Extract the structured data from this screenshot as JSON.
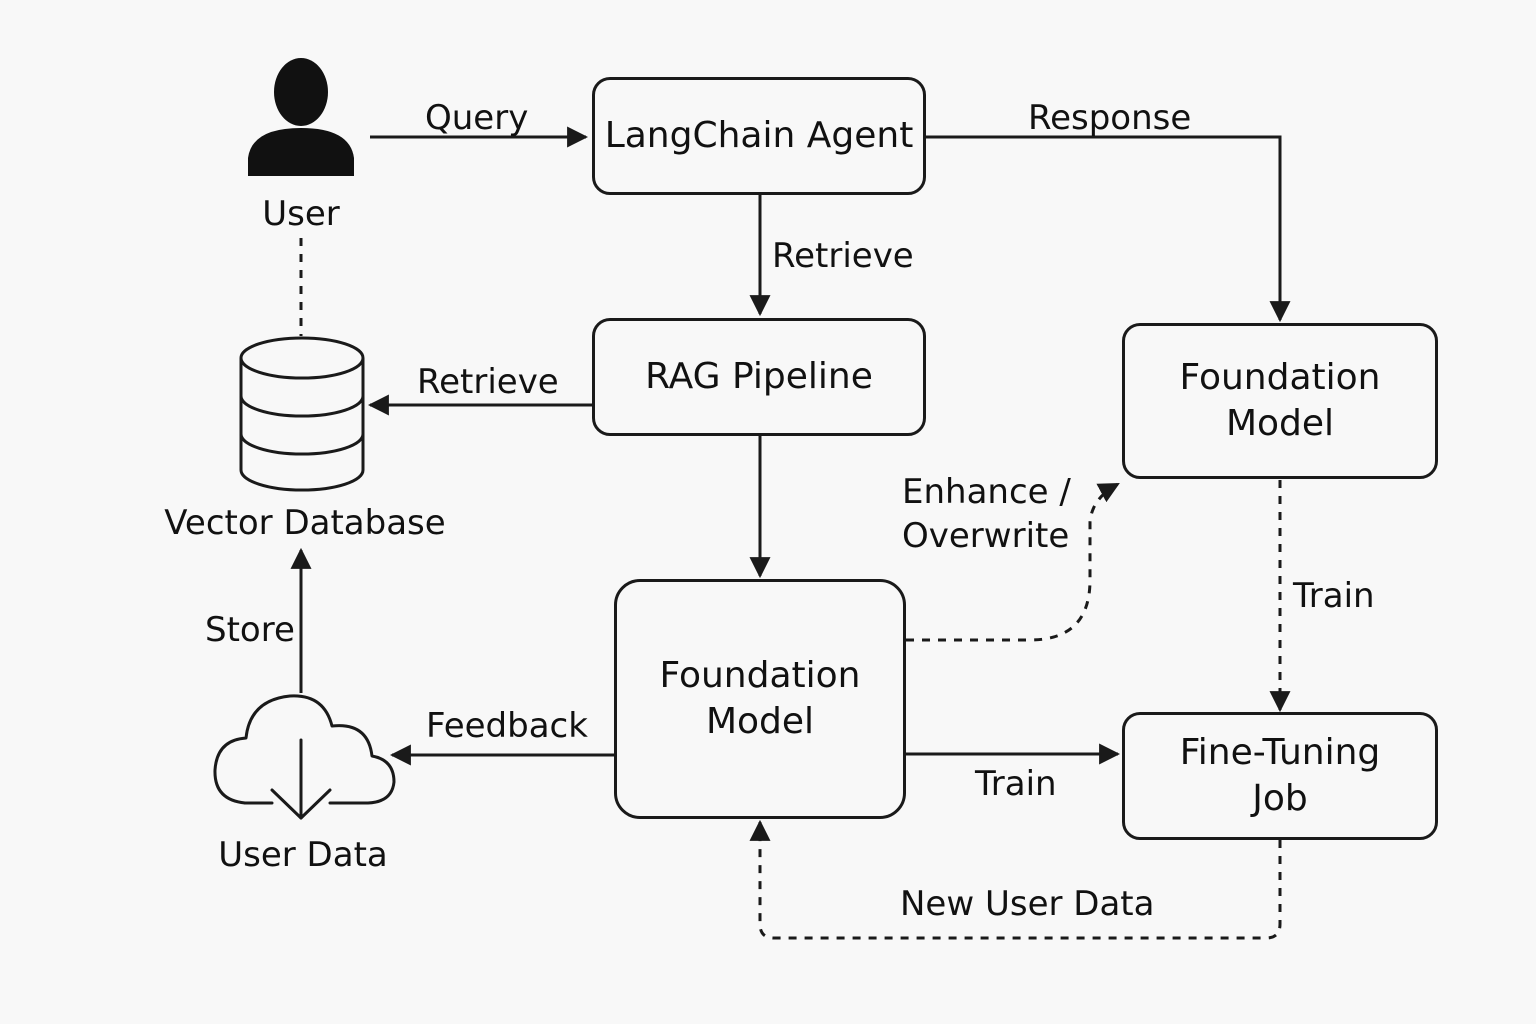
{
  "nodes": {
    "user": "User",
    "vector_db": "Vector Database",
    "user_data": "User Data",
    "langchain_agent": "LangChain Agent",
    "rag_pipeline": "RAG Pipeline",
    "foundation_model_center": [
      "Foundation",
      "Model"
    ],
    "foundation_model_right": [
      "Foundation",
      "Model"
    ],
    "fine_tuning_job": [
      "Fine-Tuning",
      "Job"
    ]
  },
  "edges": {
    "query": "Query",
    "response": "Response",
    "retrieve_agent": "Retrieve",
    "retrieve_db": "Retrieve",
    "enhance": [
      "Enhance /",
      "Overwrite"
    ],
    "train_right": "Train",
    "train_bottom": "Train",
    "feedback": "Feedback",
    "store": "Store",
    "new_user_data": "New User Data"
  }
}
